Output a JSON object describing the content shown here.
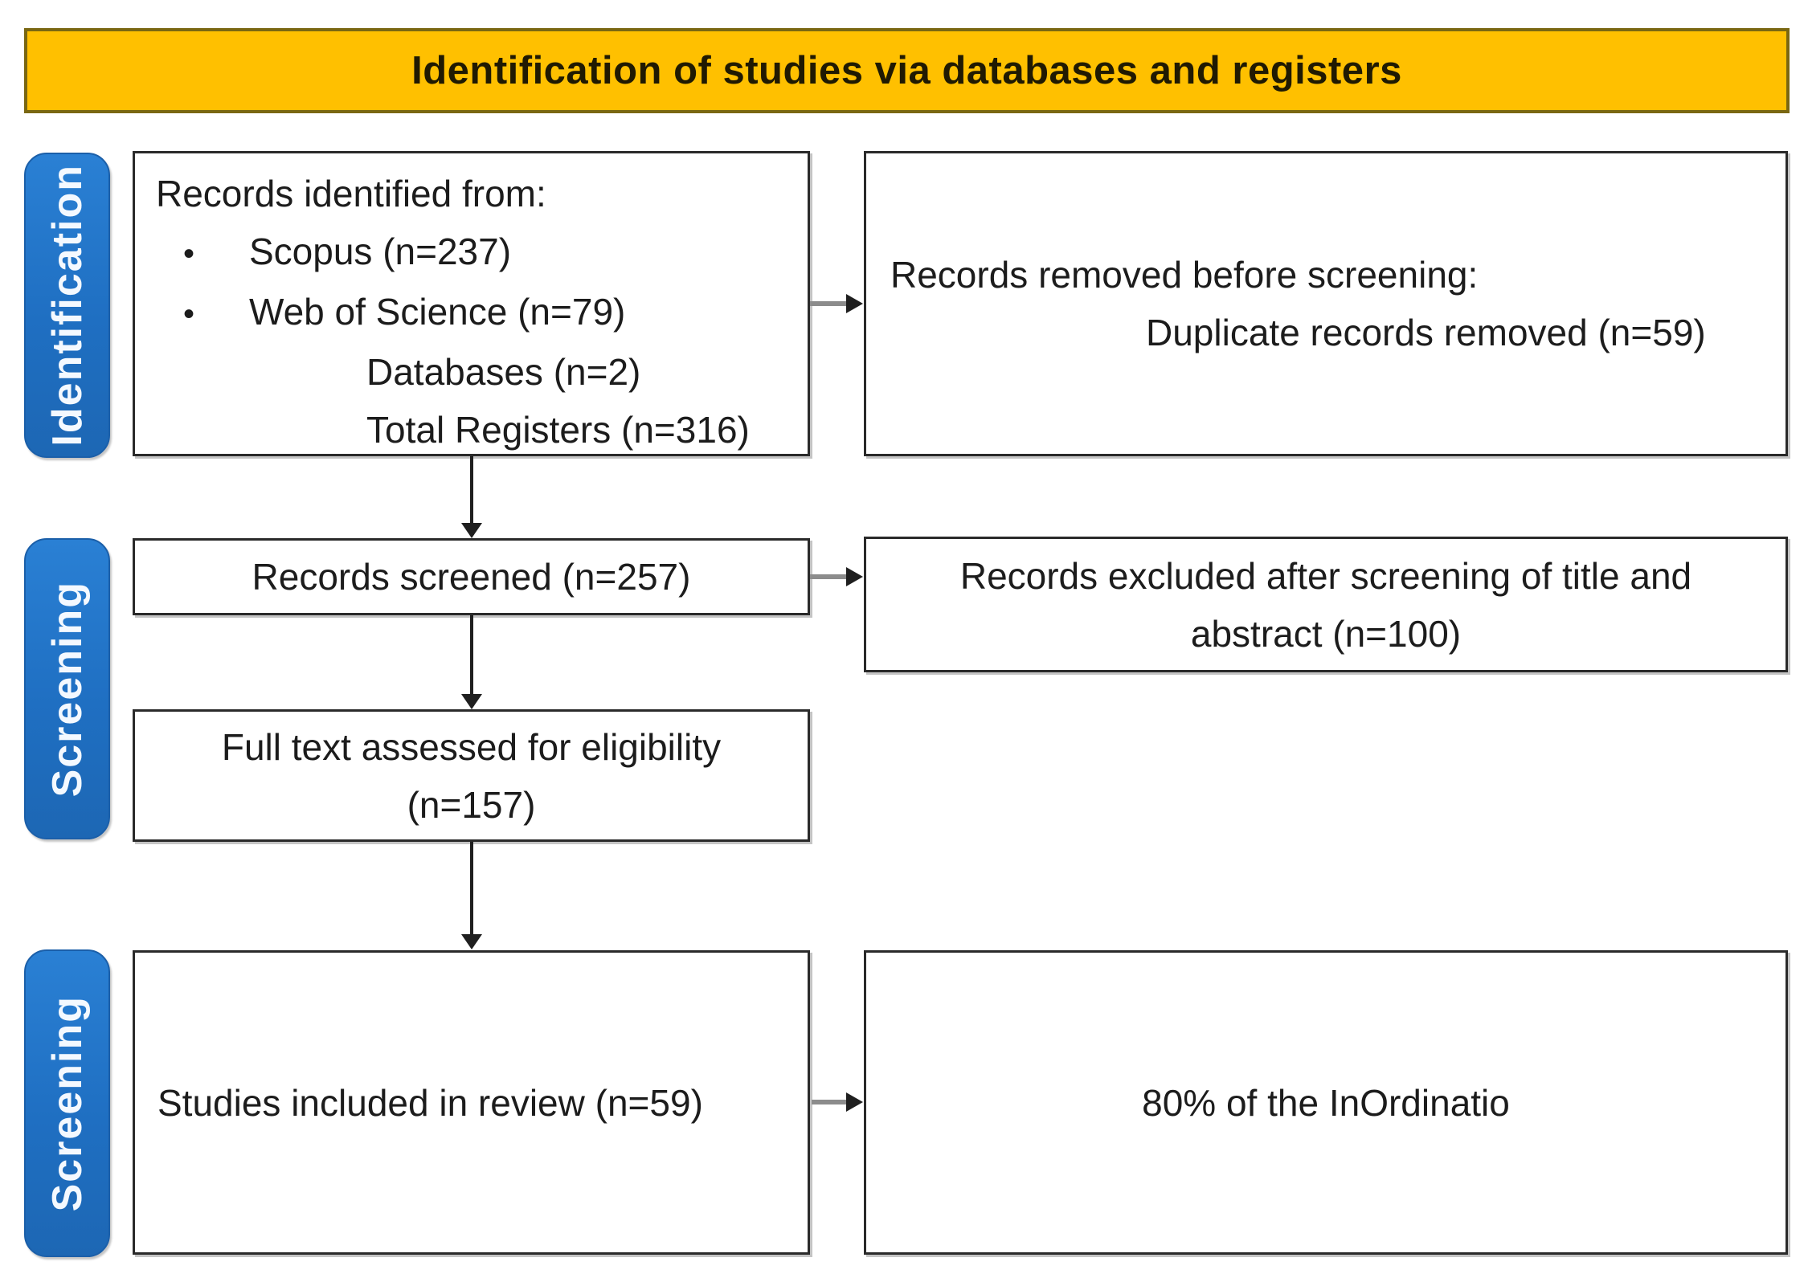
{
  "header": {
    "title": "Identification of studies via databases and registers",
    "bg_color": "#FFC000",
    "border_color": "#7a6712"
  },
  "colors": {
    "stage_tab_blue": "#1f6fc2",
    "box_border": "#2a2a2a",
    "arrow_gray": "#8c8c8c",
    "arrow_black": "#1f1f1f",
    "text": "#1c1c1c"
  },
  "stages": [
    {
      "label": "Identification"
    },
    {
      "label": "Screening"
    },
    {
      "label": "Screening"
    }
  ],
  "boxes": {
    "records_identified": {
      "title": "Records identified from:",
      "bullet_char": "•",
      "bullets": [
        "Scopus (n=237)",
        "Web of Science (n=79)"
      ],
      "lines": [
        "Databases (n=2)",
        "Total Registers (n=316)"
      ]
    },
    "records_removed": {
      "lines": [
        "Records removed before screening:",
        "Duplicate records removed (n=59)"
      ]
    },
    "records_screened": {
      "text": "Records screened (n=257)"
    },
    "records_excluded": {
      "lines": [
        "Records excluded after screening of title and",
        "abstract (n=100)"
      ]
    },
    "full_text": {
      "lines": [
        "Full text assessed for eligibility",
        "(n=157)"
      ]
    },
    "studies_included": {
      "text": "Studies included in review (n=59)"
    },
    "inordinatio": {
      "text": "80% of the InOrdinatio"
    }
  }
}
